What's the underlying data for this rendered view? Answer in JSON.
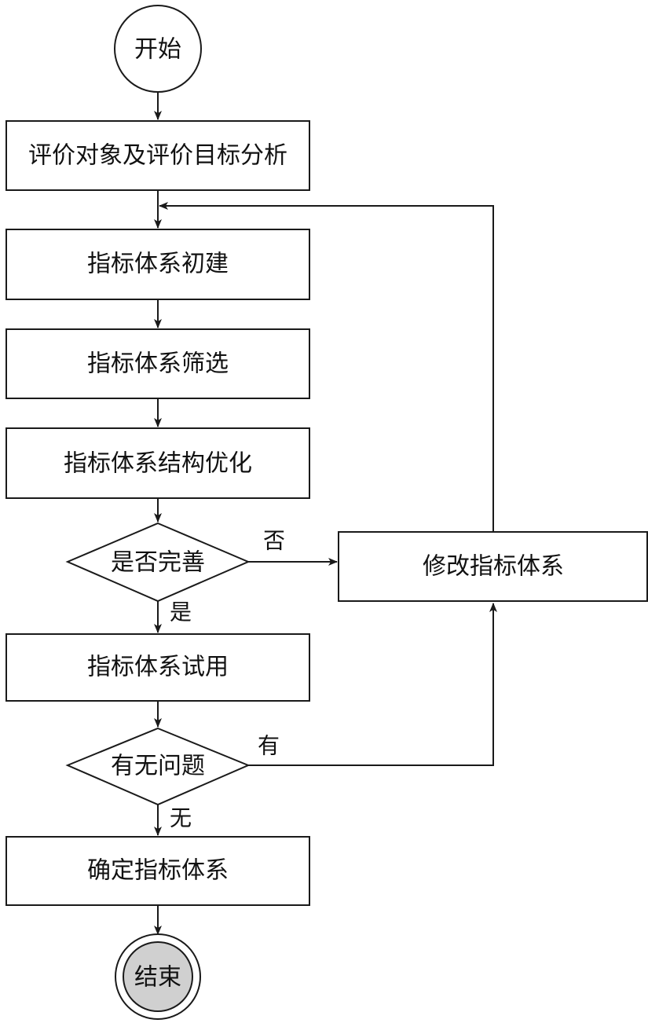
{
  "nodes": {
    "start": "开始",
    "analysis": "评价对象及评价目标分析",
    "build": "指标体系初建",
    "screen": "指标体系筛选",
    "optimize": "指标体系结构优化",
    "decision_complete": "是否完善",
    "trial": "指标体系试用",
    "decision_problem": "有无问题",
    "confirm": "确定指标体系",
    "modify": "修改指标体系",
    "end": "结束"
  },
  "branches": {
    "complete_no": "否",
    "complete_yes": "是",
    "problem_yes": "有",
    "problem_no": "无"
  }
}
